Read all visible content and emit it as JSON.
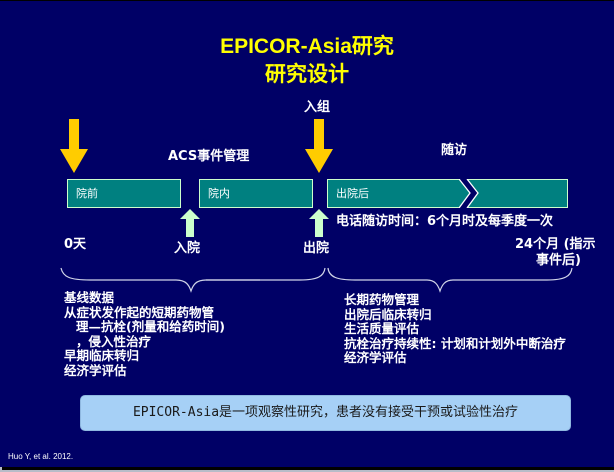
{
  "title": {
    "line1": "EPICOR-Asia研究",
    "line2": "研究设计"
  },
  "timeline": {
    "enrollment_label": "入组",
    "acs_management_label": "ACS事件管理",
    "followup_label": "随访",
    "phases": [
      {
        "label": "院前"
      },
      {
        "label": "院内"
      },
      {
        "label": "出院后"
      }
    ],
    "phone_followup": "电话随访时间：6个月时及每季度一次",
    "milestones": {
      "day0": "0天",
      "admission": "入院",
      "discharge": "出院",
      "month24_line1": "24个月 (指示",
      "month24_line2": "事件后)"
    },
    "colors": {
      "phase_fill": "#008080",
      "yellow_arrow": "#ffcc00",
      "green_arrow": "#ccffcc",
      "background": "#000066",
      "title": "#ffff00"
    }
  },
  "left_list": [
    {
      "text": "基线数据",
      "indent": false
    },
    {
      "text": "从症状发作起的短期药物管",
      "indent": false
    },
    {
      "text": "理—抗栓(剂量和给药时间)",
      "indent": true
    },
    {
      "text": "，侵入性治疗",
      "indent": true
    },
    {
      "text": "早期临床转归",
      "indent": false
    },
    {
      "text": "经济学评估",
      "indent": false
    }
  ],
  "right_list": [
    {
      "text": "长期药物管理"
    },
    {
      "text": "出院后临床转归"
    },
    {
      "text": "生活质量评估"
    },
    {
      "text": "抗栓治疗持续性: 计划和计划外中断治疗"
    },
    {
      "text": "经济学评估"
    }
  ],
  "note": "EPICOR-Asia是一项观察性研究，患者没有接受干预或试验性治疗",
  "citation": "Huo Y, et al. 2012."
}
